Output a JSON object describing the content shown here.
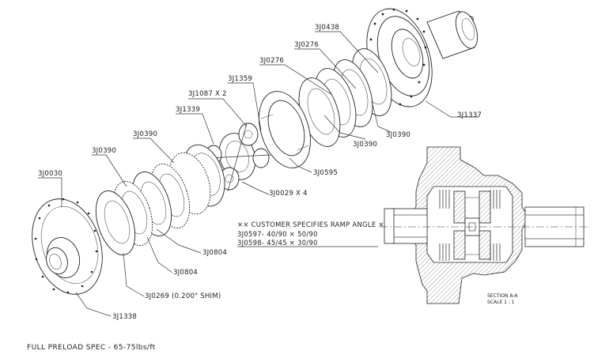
{
  "parts": {
    "p3J0438": "3J0438",
    "p3J0276a": "3J0276",
    "p3J0276b": "3J0276",
    "p3J1359": "3J1359",
    "p3J1087": "3J1087 X 2",
    "p3J1339": "3J1339",
    "p3J0390a": "3J0390",
    "p3J0390b": "3J0390",
    "p3J0390c": "3J0390",
    "p3J0390d": "3J0390",
    "p3J0030": "3J0030",
    "p3J1337": "3J1337",
    "p3J0595": "3J0595",
    "p3J0029": "3J0029 X 4",
    "p3J0804a": "3J0804",
    "p3J0804b": "3J0804",
    "p3J0269": "3J0269 (0.200\" SHIM)",
    "p3J1338": "3J1338"
  },
  "notes": {
    "ramp_title": "×× CUSTOMER SPECIFIES RAMP ANGLE ××",
    "ramp_line1": "3J0597- 40/90 × 50/90",
    "ramp_line2": "3J0598- 45/45 × 30/90"
  },
  "section": {
    "title": "SECTION A-A",
    "scale": "SCALE 1 : 1"
  },
  "footer": {
    "preload_spec": "FULL PRELOAD SPEC - 65-75lbs/ft"
  }
}
